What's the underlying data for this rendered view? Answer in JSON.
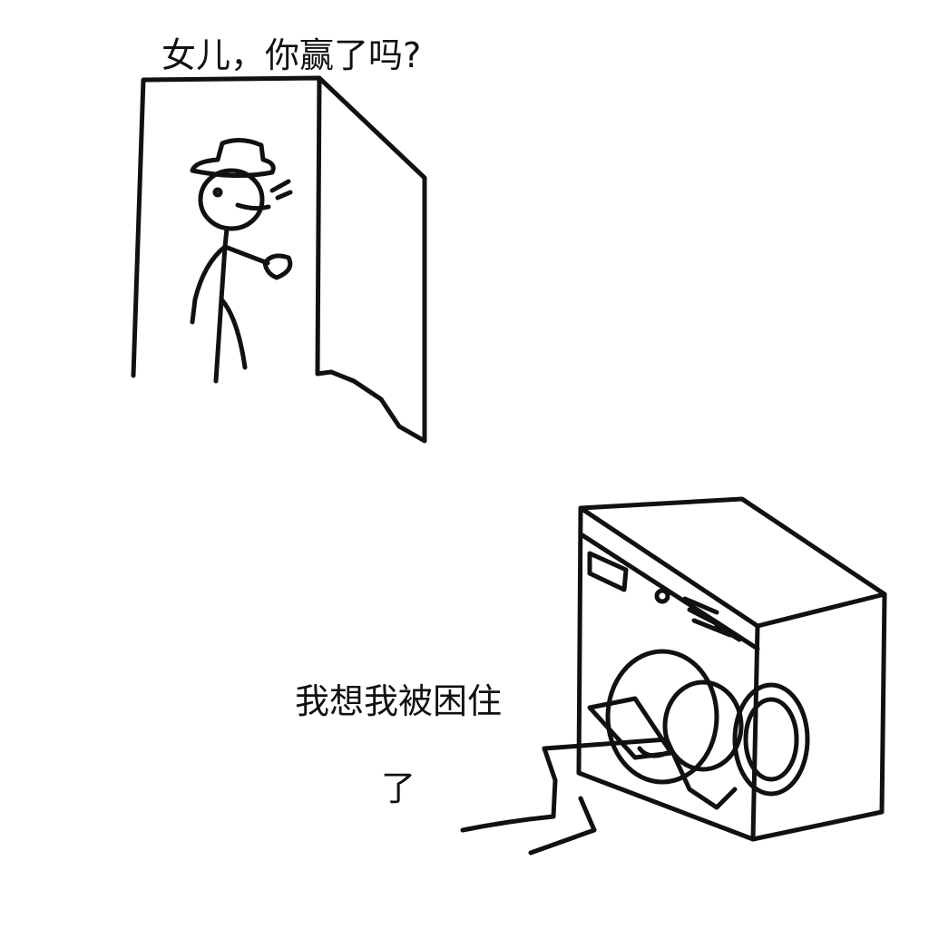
{
  "captions": {
    "top": "女儿，你赢了吗?",
    "bottom_line1": "我想我被困住",
    "bottom_line2": "了"
  }
}
